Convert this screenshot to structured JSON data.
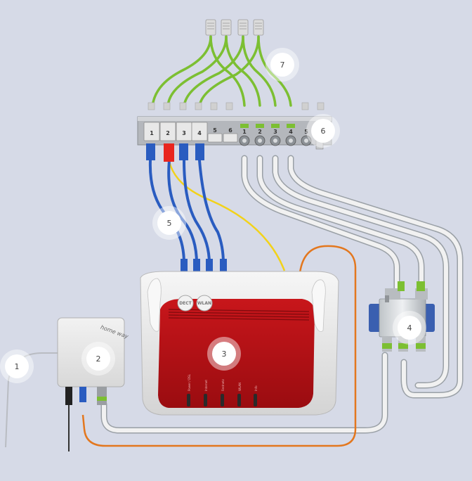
{
  "markers": [
    {
      "id": "marker-1",
      "label": "1"
    },
    {
      "id": "marker-2",
      "label": "2"
    },
    {
      "id": "marker-3",
      "label": "3"
    },
    {
      "id": "marker-4",
      "label": "4"
    },
    {
      "id": "marker-5",
      "label": "5"
    },
    {
      "id": "marker-6",
      "label": "6"
    },
    {
      "id": "marker-7",
      "label": "7"
    }
  ],
  "patch_panel": {
    "rj45_ports": [
      "1",
      "2",
      "3",
      "4",
      "5",
      "6"
    ],
    "coax_ports": [
      "1",
      "2",
      "3",
      "4",
      "5"
    ]
  },
  "router": {
    "buttons": [
      "DECT",
      "WLAN"
    ],
    "lamps": [
      "Power / DSL",
      "Internet",
      "Festnetz",
      "WLAN",
      "Info"
    ]
  },
  "homeway_box": {
    "brand": "home way"
  },
  "colors": {
    "background": "#d6dae7",
    "network_cable": "#2a5cc0",
    "red_cable": "#e8261f",
    "yellow_cable": "#f2d21a",
    "orange_cable": "#e3771e",
    "green_cable": "#7cbf32",
    "coax_cable": "#eeeeee",
    "router_red": "#b50f14",
    "router_white": "#ececec"
  }
}
